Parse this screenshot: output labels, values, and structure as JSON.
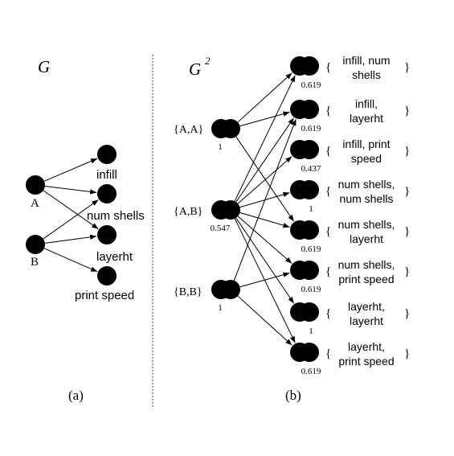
{
  "panel_a": {
    "title": "G",
    "caption": "(a)",
    "left_nodes": [
      "A",
      "B"
    ],
    "right_nodes": [
      "infill",
      "num shells",
      "layerht",
      "print speed"
    ],
    "edges": [
      [
        0,
        0
      ],
      [
        0,
        1
      ],
      [
        0,
        2
      ],
      [
        1,
        1
      ],
      [
        1,
        2
      ],
      [
        1,
        3
      ]
    ]
  },
  "panel_b": {
    "title": "G",
    "title_sup": "2",
    "caption": "(b)",
    "left_nodes": [
      {
        "label": "{A,A}",
        "weight": "1"
      },
      {
        "label": "{A,B}",
        "weight": "0.547"
      },
      {
        "label": "{B,B}",
        "weight": "1"
      }
    ],
    "right_nodes": [
      {
        "lines": [
          "infill, num",
          "shells"
        ],
        "weight": "0.619"
      },
      {
        "lines": [
          "infill,",
          "layerht"
        ],
        "weight": "0.619"
      },
      {
        "lines": [
          "infill, print",
          "speed"
        ],
        "weight": "0.437"
      },
      {
        "lines": [
          "num shells,",
          "num shells"
        ],
        "weight": "1"
      },
      {
        "lines": [
          "num shells,",
          "layerht"
        ],
        "weight": "0.619"
      },
      {
        "lines": [
          "num shells,",
          "print speed"
        ],
        "weight": "0.619"
      },
      {
        "lines": [
          "layerht,",
          "layerht"
        ],
        "weight": "1"
      },
      {
        "lines": [
          "layerht,",
          "print speed"
        ],
        "weight": "0.619"
      }
    ],
    "edges": [
      [
        0,
        0
      ],
      [
        0,
        1
      ],
      [
        0,
        4
      ],
      [
        1,
        0
      ],
      [
        1,
        1
      ],
      [
        1,
        2
      ],
      [
        1,
        3
      ],
      [
        1,
        4
      ],
      [
        1,
        5
      ],
      [
        1,
        6
      ],
      [
        1,
        7
      ],
      [
        2,
        1
      ],
      [
        2,
        5
      ],
      [
        2,
        7
      ]
    ]
  }
}
